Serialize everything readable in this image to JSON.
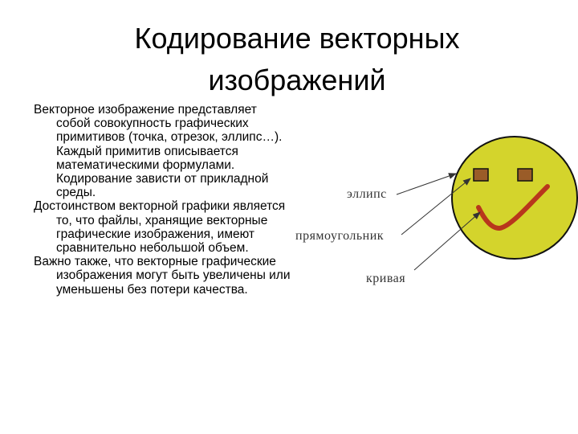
{
  "slide": {
    "title_line1": "Кодирование векторных",
    "title_line2": "изображений",
    "paragraphs": [
      "Векторное изображение представляет собой совокупность графических примитивов (точка, отрезок, эллипс…). Каждый примитив описывается математическими формулами. Кодирование зависти от прикладной среды.",
      "Достоинством векторной графики является то, что файлы, хранящие векторные графические изображения, имеют сравнительно небольшой объем.",
      "Важно также, что векторные графические изображения могут быть увеличены или уменьшены без потери качества."
    ]
  },
  "figure": {
    "labels": {
      "ellipse": "эллипс",
      "rectangle": "прямоугольник",
      "curve": "кривая"
    },
    "colors": {
      "face_fill": "#d4d42c",
      "outline": "#111111",
      "eye_fill": "#9a5c28",
      "mouth": "#b8361c",
      "arrow": "#333333"
    }
  }
}
